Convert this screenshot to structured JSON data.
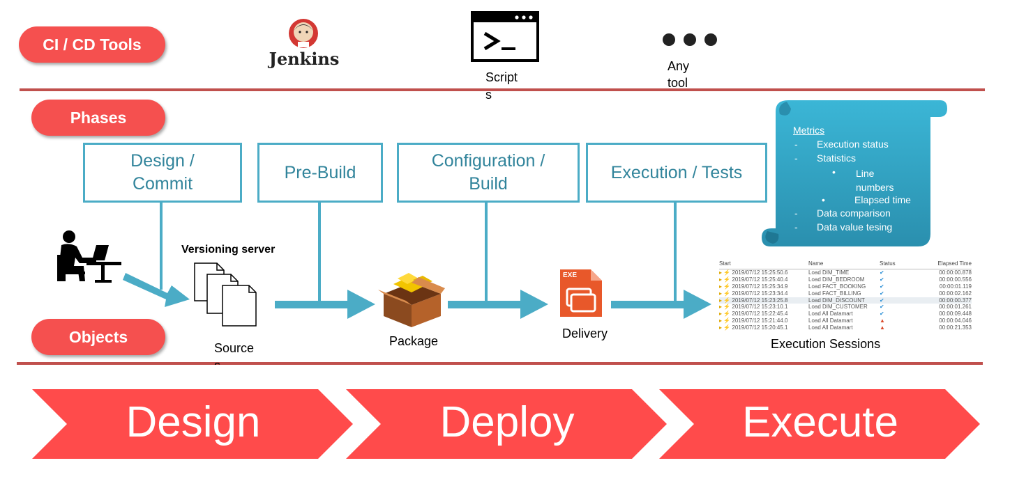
{
  "tools_row": {
    "label": "CI / CD Tools",
    "jenkins": "Jenkins",
    "scripts": "Script\ns",
    "any_tool": "Any\ntool"
  },
  "phases_label": "Phases",
  "objects_label": "Objects",
  "phases": [
    "Design /\nCommit",
    "Pre-Build",
    "Configuration /\nBuild",
    "Execution / Tests"
  ],
  "objects": {
    "versioning_server": "Versioning server",
    "sources": "Source\ns",
    "package": "Package",
    "delivery": "Delivery",
    "exe_badge": "EXE",
    "execution_sessions": "Execution Sessions"
  },
  "metrics": {
    "title": "Metrics",
    "items": [
      {
        "bullet": "-",
        "text": "Execution status"
      },
      {
        "bullet": "-",
        "text": "Statistics"
      },
      {
        "bullet": "•",
        "text": "Line\nnumbers"
      },
      {
        "bullet": "•",
        "text": "Elapsed time"
      },
      {
        "bullet": "-",
        "text": "Data comparison"
      },
      {
        "bullet": "-",
        "text": "Data value tesing"
      }
    ]
  },
  "sessions_table": {
    "headers": [
      "Start",
      "Name",
      "Status",
      "Elapsed Time"
    ],
    "rows": [
      {
        "start": "2019/07/12 15:25:50.6",
        "name": "Load DIM_TIME",
        "status": "ok",
        "elapsed": "00:00:00.878"
      },
      {
        "start": "2019/07/12 15:25:40.4",
        "name": "Load DIM_BEDROOM",
        "status": "ok",
        "elapsed": "00:00:00.556"
      },
      {
        "start": "2019/07/12 15:25:34.9",
        "name": "Load FACT_BOOKING",
        "status": "ok",
        "elapsed": "00:00:01.119"
      },
      {
        "start": "2019/07/12 15:23:34.4",
        "name": "Load FACT_BILLING",
        "status": "ok",
        "elapsed": "00:00:02.162"
      },
      {
        "start": "2019/07/12 15:23:25.8",
        "name": "Load DIM_DISCOUNT",
        "status": "ok",
        "elapsed": "00:00:00.377"
      },
      {
        "start": "2019/07/12 15:23:10.1",
        "name": "Load DIM_CUSTOMER",
        "status": "ok",
        "elapsed": "00:00:01.261"
      },
      {
        "start": "2019/07/12 15:22:45.4",
        "name": "Load All Datamart",
        "status": "ok",
        "elapsed": "00:00:09.448"
      },
      {
        "start": "2019/07/12 15:21:44.0",
        "name": "Load All Datamart",
        "status": "warn",
        "elapsed": "00:00:04.046"
      },
      {
        "start": "2019/07/12 15:20:45.1",
        "name": "Load All Datamart",
        "status": "warn",
        "elapsed": "00:00:21.353"
      }
    ]
  },
  "stages": [
    "Design",
    "Deploy",
    "Execute"
  ],
  "colors": {
    "pill": "#f5504f",
    "teal": "#4bacc6",
    "teal_text": "#31849b",
    "red_line": "#c0504d",
    "scroll": "#31a5c4"
  }
}
